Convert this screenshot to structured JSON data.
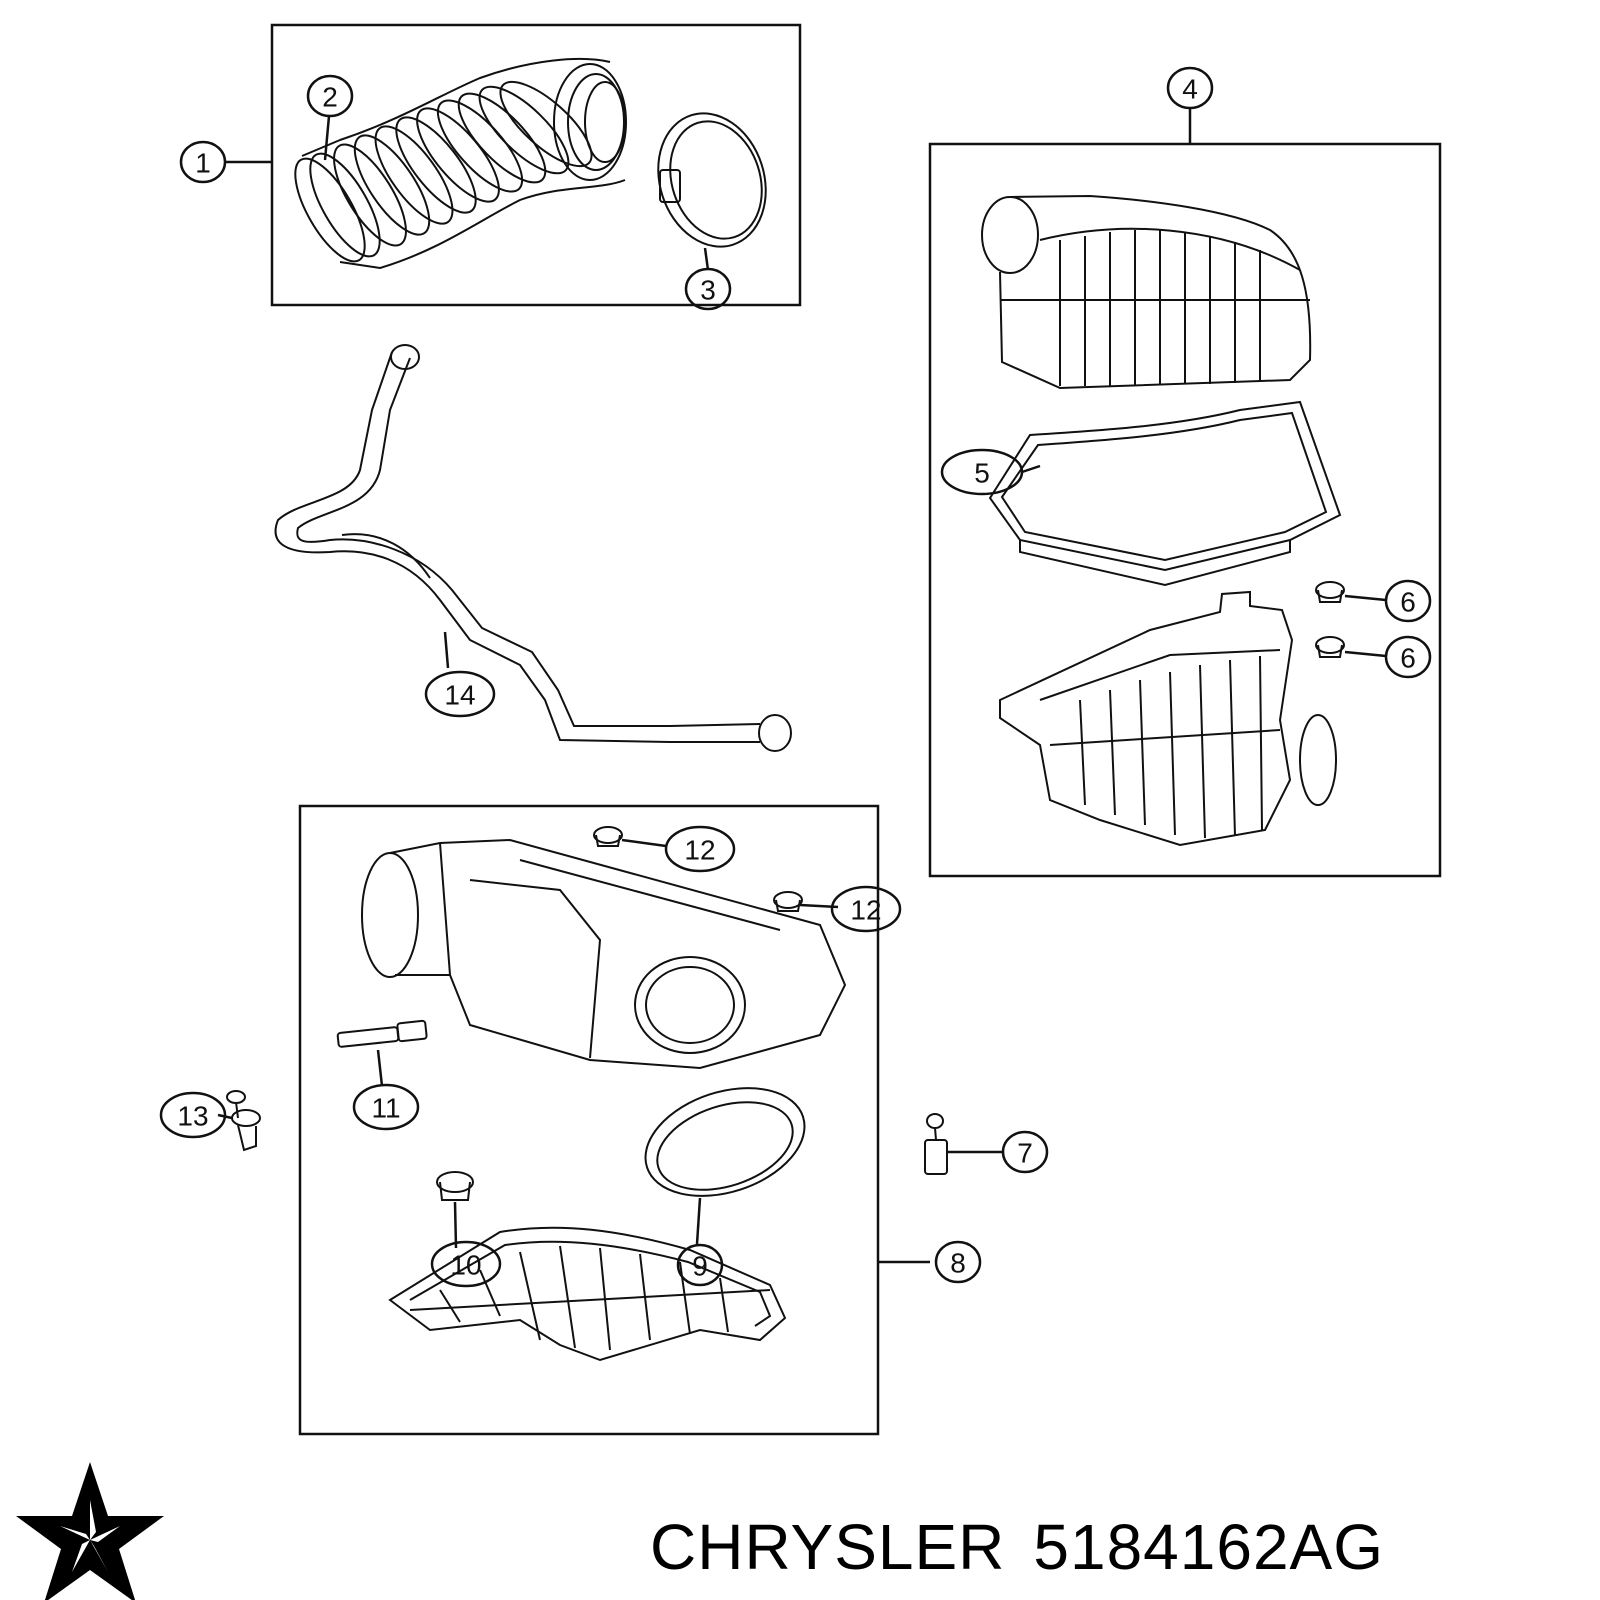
{
  "callouts": [
    {
      "id": "1",
      "label": "1"
    },
    {
      "id": "2",
      "label": "2"
    },
    {
      "id": "3",
      "label": "3"
    },
    {
      "id": "4",
      "label": "4"
    },
    {
      "id": "5",
      "label": "5"
    },
    {
      "id": "6a",
      "label": "6"
    },
    {
      "id": "6b",
      "label": "6"
    },
    {
      "id": "7",
      "label": "7"
    },
    {
      "id": "8",
      "label": "8"
    },
    {
      "id": "9",
      "label": "9"
    },
    {
      "id": "10",
      "label": "10"
    },
    {
      "id": "11",
      "label": "11"
    },
    {
      "id": "12a",
      "label": "12"
    },
    {
      "id": "12b",
      "label": "12"
    },
    {
      "id": "13",
      "label": "13"
    },
    {
      "id": "14",
      "label": "14"
    }
  ],
  "footer": {
    "brand": "CHRYSLER",
    "part_number": "5184162AG",
    "logo_icon": "chrysler-pentastar-icon"
  }
}
